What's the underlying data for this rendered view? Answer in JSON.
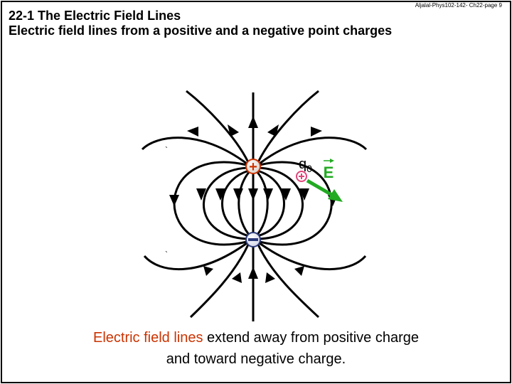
{
  "slide": {
    "page_ref": "Aljalal-Phys102-142- Ch22-page 9",
    "title": "22-1 The Electric Field Lines",
    "subtitle": "Electric field lines from a positive and a negative point charges",
    "caption_highlight": "Electric field lines",
    "caption_rest_line1": " extend away from positive charge",
    "caption_line2": "and toward negative charge."
  },
  "diagram": {
    "test_charge_label": "q",
    "test_charge_subscript": "0",
    "field_vector_label": "E",
    "positive_charge_symbol": "+",
    "negative_charge_symbol": "−",
    "colors": {
      "positive_charge": "#cc3300",
      "negative_charge": "#2b3a7a",
      "test_charge": "#e0457b",
      "field_vector": "#22aa22",
      "highlight_text": "#cc3300"
    },
    "icons": [
      "positive-charge-icon",
      "negative-charge-icon",
      "test-charge-icon",
      "field-vector-arrow-icon"
    ]
  }
}
